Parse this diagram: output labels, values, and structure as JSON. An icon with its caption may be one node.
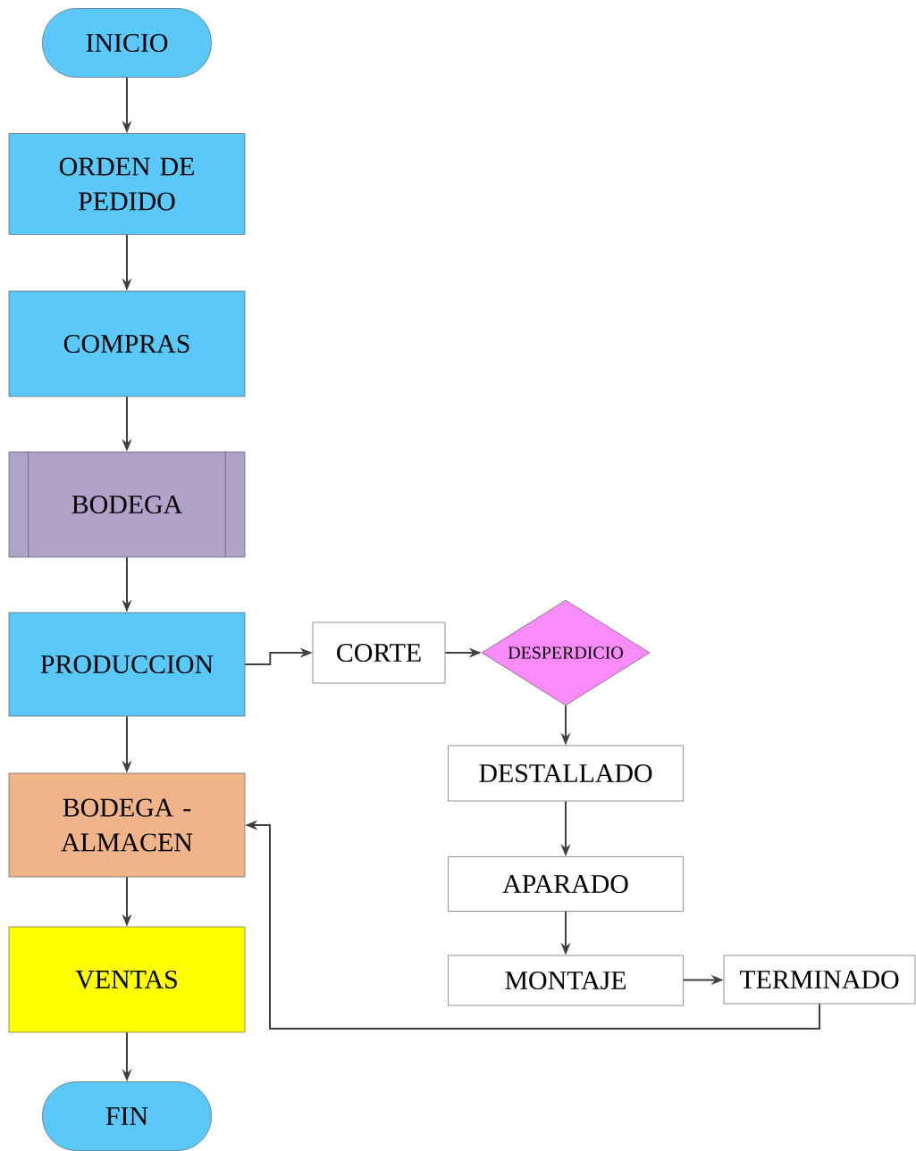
{
  "diagram": {
    "nodes": [
      {
        "text": [
          "INICIO"
        ]
      },
      {
        "text": [
          "ORDEN DE PEDIDO"
        ]
      },
      {
        "text": [
          "COMPRAS"
        ]
      },
      {
        "text": [
          "BODEGA"
        ]
      },
      {
        "text": [
          "PRODUCCION"
        ]
      },
      {
        "text": [
          "CORTE"
        ]
      },
      {
        "text": [
          "DESPERDICIO"
        ]
      },
      {
        "text": [
          "DESTALLADO"
        ]
      },
      {
        "text": [
          "APARADO"
        ]
      },
      {
        "text": [
          "MONTAJE"
        ]
      },
      {
        "text": [
          "TERMINADO"
        ]
      },
      {
        "text": [
          "BODEGA - ALMACEN"
        ]
      },
      {
        "text": [
          "VENTAS"
        ]
      },
      {
        "text": [
          "FIN"
        ]
      }
    ],
    "edges": [
      {
        "from": 0,
        "to": 1,
        "arrow": "to"
      },
      {
        "from": 1,
        "to": 2,
        "arrow": "to"
      },
      {
        "from": 2,
        "to": 3,
        "arrow": "to"
      },
      {
        "from": 3,
        "to": 4,
        "arrow": "to"
      },
      {
        "from": 4,
        "to": 5,
        "arrow": "to"
      },
      {
        "from": 5,
        "to": 6,
        "arrow": "to"
      },
      {
        "from": 6,
        "to": 7,
        "arrow": "to"
      },
      {
        "from": 7,
        "to": 8,
        "arrow": "to"
      },
      {
        "from": 8,
        "to": 9,
        "arrow": "to"
      },
      {
        "from": 9,
        "to": 10,
        "arrow": "to"
      },
      {
        "from": 10,
        "to": 11,
        "arrow": "to"
      },
      {
        "from": 4,
        "to": 11,
        "arrow": "to"
      },
      {
        "from": 11,
        "to": 12,
        "arrow": "to"
      },
      {
        "from": 12,
        "to": 13,
        "arrow": "to"
      }
    ]
  }
}
